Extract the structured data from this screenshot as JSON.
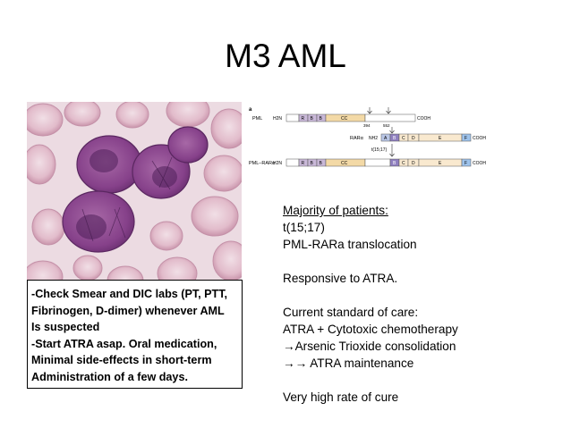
{
  "slide": {
    "title": "M3 AML"
  },
  "gene_diagram": {
    "panel_label": "a",
    "rows": [
      {
        "label": "PML",
        "start": "H2N",
        "segments": [
          "R",
          "B",
          "B",
          "CC"
        ],
        "end": "COOH",
        "positions": [
          "394",
          "552"
        ]
      },
      {
        "label": "RARα",
        "start": "NH2",
        "segments": [
          "A",
          "B",
          "C",
          "D",
          "E",
          "F"
        ],
        "end": "COOH"
      },
      {
        "label": "PML–RARα",
        "start": "H2N",
        "segments": [
          "R",
          "B",
          "B",
          "CC",
          "B",
          "C",
          "D",
          "E",
          "F"
        ],
        "end": "COOH",
        "translocation": "t(15;17)"
      }
    ]
  },
  "right_text": {
    "line1": "Majority of patients:",
    "line2": "t(15;17)",
    "line3": "PML-RARa translocation",
    "line4": "Responsive to ATRA.",
    "line5": "Current standard of care:",
    "line6": "ATRA + Cytotoxic chemotherapy",
    "line7": "Arsenic Trioxide consolidation",
    "line8": " ATRA maintenance",
    "line9": "Very high rate of cure",
    "arrow": "→"
  },
  "note": {
    "line1": "-Check Smear and DIC labs (PT, PTT,",
    "line2": "Fibrinogen, D-dimer) whenever AML",
    "line3": "Is suspected",
    "line4": "-Start ATRA asap. Oral medication,",
    "line5": "Minimal side-effects in short-term",
    "line6": "Administration of a few days."
  },
  "colors": {
    "background": "#ffffff",
    "cell_purple": "#8e4a8f",
    "rbc_pink": "#dfb8c8",
    "pml_segment": "#c9b8d8",
    "coiled_coil": "#f3d9a6",
    "rara_ab": "#b9c6e6",
    "rara_e": "#f9e9cf",
    "rara_f": "#9ec3ec"
  }
}
